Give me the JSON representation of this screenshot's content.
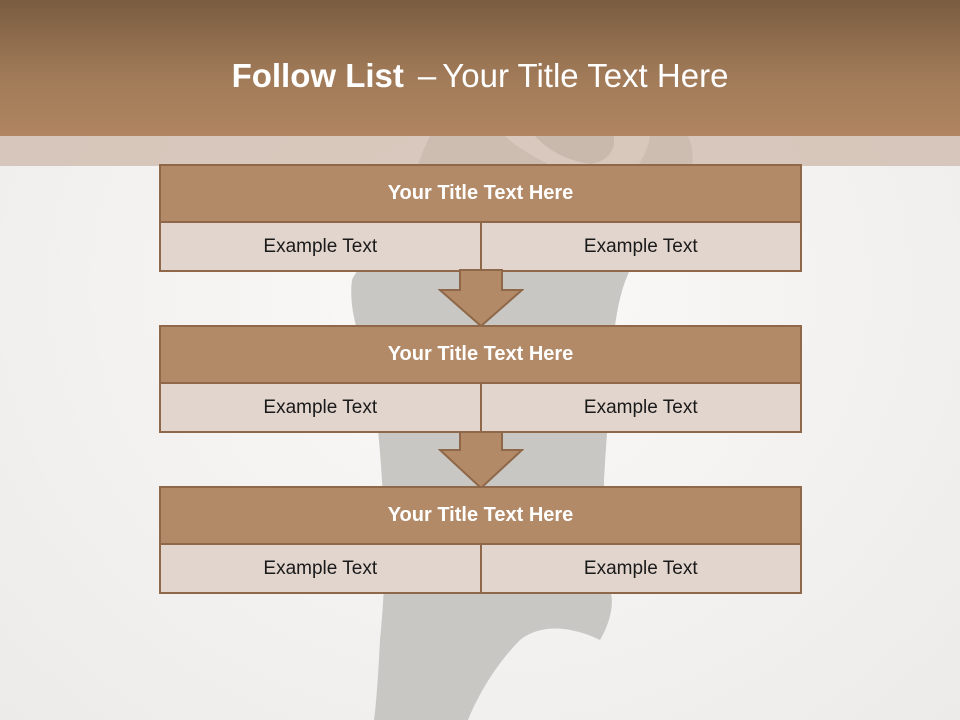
{
  "slide": {
    "title_bold": "Follow List",
    "title_separator": "–",
    "title_light": "Your Title Text Here"
  },
  "blocks": [
    {
      "title": "Your Title Text Here",
      "cells": [
        "Example Text",
        "Example Text"
      ]
    },
    {
      "title": "Your Title Text Here",
      "cells": [
        "Example Text",
        "Example Text"
      ]
    },
    {
      "title": "Your Title Text Here",
      "cells": [
        "Example Text",
        "Example Text"
      ]
    }
  ],
  "colors": {
    "header": "#a07a58",
    "block_title_fill": "#b38a67",
    "block_cell_fill": "#e2d5cd",
    "border": "#8e6849",
    "background": "#f4f2f0"
  }
}
